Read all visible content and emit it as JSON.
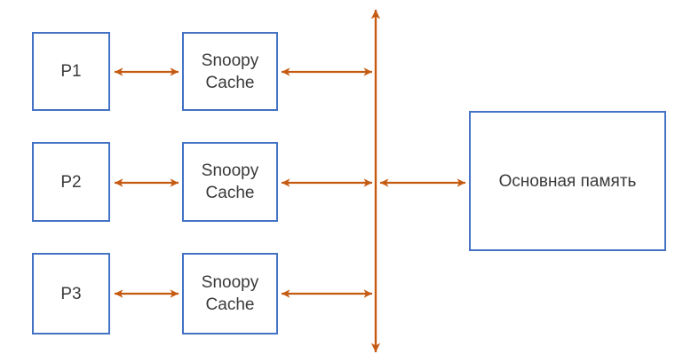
{
  "colors": {
    "background": "#FFFFFF",
    "box_border": "#4472C4",
    "box_fill": "#FFFFFF",
    "arrow": "#C55A11",
    "text": "#3A3A3A"
  },
  "processors": [
    {
      "label": "P1"
    },
    {
      "label": "P2"
    },
    {
      "label": "P3"
    }
  ],
  "caches": [
    {
      "label": "Snoopy\nCache"
    },
    {
      "label": "Snoopy\nCache"
    },
    {
      "label": "Snoopy\nCache"
    }
  ],
  "memory": {
    "label": "Основная память"
  }
}
